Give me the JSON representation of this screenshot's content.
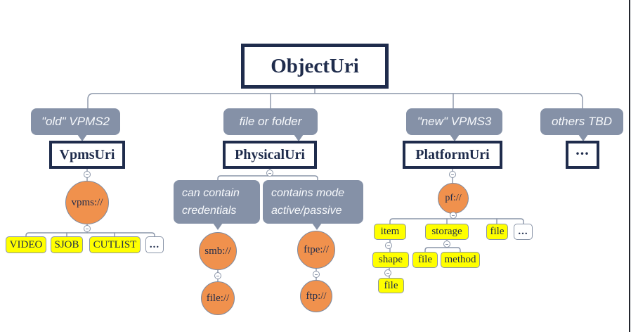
{
  "root": {
    "label": "ObjectUri"
  },
  "branches": {
    "old": {
      "note": "\"old\" VPMS2",
      "box": "VpmsUri",
      "scheme": "vpms://",
      "children": [
        "VIDEO",
        "SJOB",
        "CUTLIST",
        "..."
      ]
    },
    "file": {
      "note": "file or folder",
      "box": "PhysicalUri",
      "info_credentials": [
        "can contain",
        "credentials"
      ],
      "info_mode": [
        "contains mode",
        "active/passive"
      ],
      "schemes": {
        "smb": "smb://",
        "file": "file://",
        "ftpe": "ftpe://",
        "ftp": "ftp://"
      }
    },
    "new": {
      "note": "\"new\" VPMS3",
      "box": "PlatformUri",
      "scheme": "pf://",
      "children": [
        "item",
        "storage",
        "file",
        "..."
      ],
      "item_child": "shape",
      "shape_child": "file",
      "storage_children": [
        "file",
        "method"
      ]
    },
    "others": {
      "note": "others TBD",
      "box": "..."
    }
  },
  "colors": {
    "navy": "#1f2c4c",
    "slate": "#8591a7",
    "orange": "#f0914d",
    "yellow": "#ffff00",
    "connector": "#8a95a8"
  }
}
